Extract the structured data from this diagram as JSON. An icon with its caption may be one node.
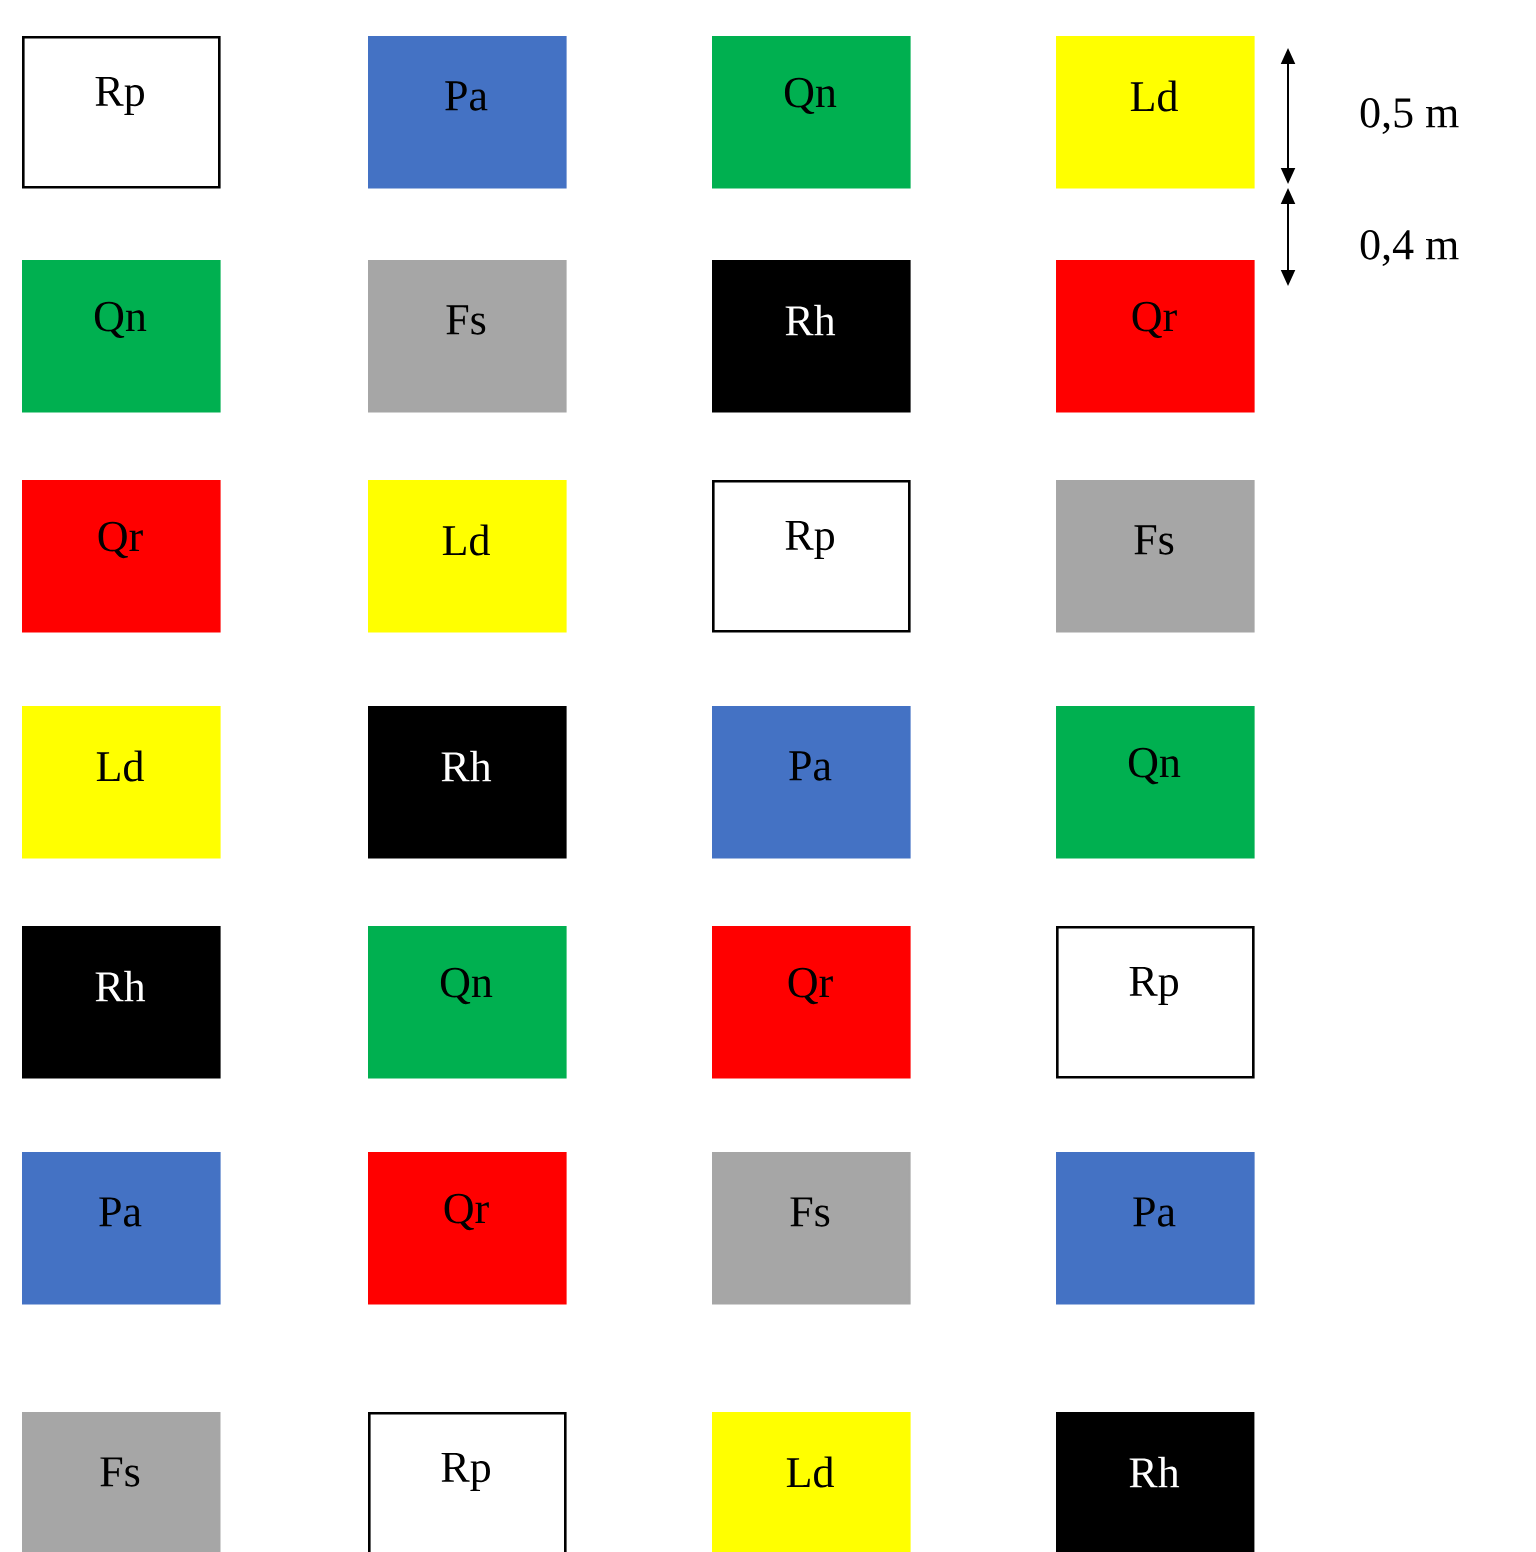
{
  "diagram": {
    "nodes": [
      {
        "text": [
          "Rp"
        ]
      },
      {
        "text": [
          "Pa"
        ]
      },
      {
        "text": [
          "Qn"
        ]
      },
      {
        "text": [
          "Ld"
        ]
      },
      {
        "text": [
          "Qn"
        ]
      },
      {
        "text": [
          "Fs"
        ]
      },
      {
        "text": [
          "Rh"
        ]
      },
      {
        "text": [
          "Qr"
        ]
      },
      {
        "text": [
          "Qr"
        ]
      },
      {
        "text": [
          "Ld"
        ]
      },
      {
        "text": [
          "Rp"
        ]
      },
      {
        "text": [
          "Fs"
        ]
      },
      {
        "text": [
          "Ld"
        ]
      },
      {
        "text": [
          "Rh"
        ]
      },
      {
        "text": [
          "Pa"
        ]
      },
      {
        "text": [
          "Qn"
        ]
      },
      {
        "text": [
          "Rh"
        ]
      },
      {
        "text": [
          "Qn"
        ]
      },
      {
        "text": [
          "Qr"
        ]
      },
      {
        "text": [
          "Rp"
        ]
      },
      {
        "text": [
          "Pa"
        ]
      },
      {
        "text": [
          "Qr"
        ]
      },
      {
        "text": [
          "Fs"
        ]
      },
      {
        "text": [
          "Pa"
        ]
      },
      {
        "text": [
          "Fs"
        ]
      },
      {
        "text": [
          "Rp"
        ]
      },
      {
        "text": [
          "Ld"
        ]
      },
      {
        "text": [
          "Rh"
        ]
      }
    ],
    "labels": [
      "0,5 m",
      "0,4 m"
    ]
  }
}
